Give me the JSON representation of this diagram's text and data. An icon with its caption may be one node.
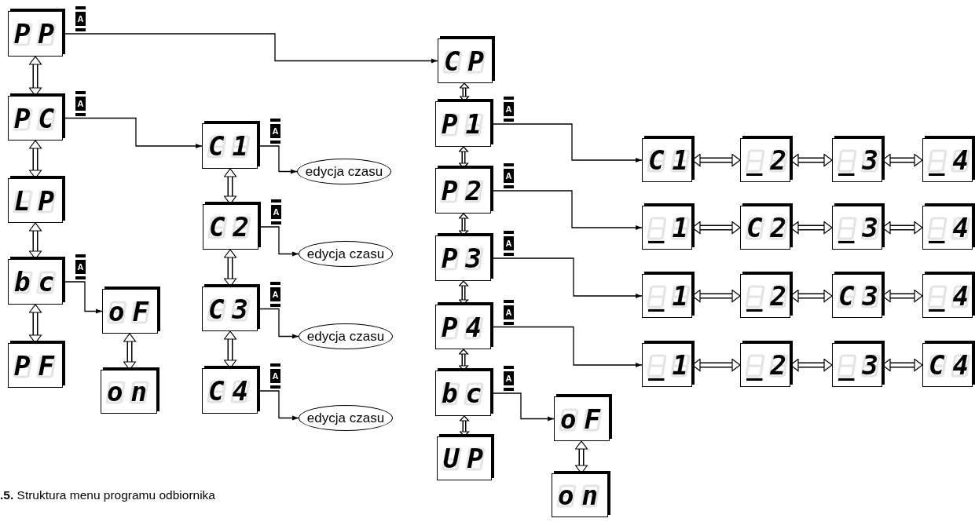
{
  "diagram": {
    "caption": "**.5.** Struktura menu programu odbiornika",
    "nodes": [
      {
        "text": [
          "PP"
        ]
      },
      {
        "text": [
          "PC"
        ]
      },
      {
        "text": [
          "LP"
        ]
      },
      {
        "text": [
          "bc"
        ]
      },
      {
        "text": [
          "PF"
        ]
      },
      {
        "text": [
          "oF"
        ]
      },
      {
        "text": [
          "on"
        ]
      },
      {
        "text": [
          "C1"
        ]
      },
      {
        "text": [
          "C2"
        ]
      },
      {
        "text": [
          "C3"
        ]
      },
      {
        "text": [
          "C4"
        ]
      },
      {
        "text": [
          "edycja czasu"
        ]
      },
      {
        "text": [
          "edycja czasu"
        ]
      },
      {
        "text": [
          "edycja czasu"
        ]
      },
      {
        "text": [
          "edycja czasu"
        ]
      },
      {
        "text": [
          "CP"
        ]
      },
      {
        "text": [
          "P1"
        ]
      },
      {
        "text": [
          "P2"
        ]
      },
      {
        "text": [
          "P3"
        ]
      },
      {
        "text": [
          "P4"
        ]
      },
      {
        "text": [
          "bc"
        ]
      },
      {
        "text": [
          "UP"
        ]
      },
      {
        "text": [
          "oF"
        ]
      },
      {
        "text": [
          "on"
        ]
      },
      {
        "text": [
          "C1"
        ]
      },
      {
        "text": [
          "_2"
        ]
      },
      {
        "text": [
          "_3"
        ]
      },
      {
        "text": [
          "_4"
        ]
      },
      {
        "text": [
          "_1"
        ]
      },
      {
        "text": [
          "C2"
        ]
      },
      {
        "text": [
          "_3"
        ]
      },
      {
        "text": [
          "_4"
        ]
      },
      {
        "text": [
          "_1"
        ]
      },
      {
        "text": [
          "_2"
        ]
      },
      {
        "text": [
          "C3"
        ]
      },
      {
        "text": [
          "_4"
        ]
      },
      {
        "text": [
          "_1"
        ]
      },
      {
        "text": [
          "_2"
        ]
      },
      {
        "text": [
          "_3"
        ]
      },
      {
        "text": [
          "C4"
        ]
      }
    ],
    "edges": [
      {
        "from": 0,
        "to": 1,
        "arrow": "both"
      },
      {
        "from": 1,
        "to": 2,
        "arrow": "both"
      },
      {
        "from": 2,
        "to": 3,
        "arrow": "both"
      },
      {
        "from": 3,
        "to": 4,
        "arrow": "both"
      },
      {
        "from": 5,
        "to": 6,
        "arrow": "both"
      },
      {
        "from": 7,
        "to": 8,
        "arrow": "both"
      },
      {
        "from": 8,
        "to": 9,
        "arrow": "both"
      },
      {
        "from": 9,
        "to": 10,
        "arrow": "both"
      },
      {
        "from": 15,
        "to": 16,
        "arrow": "both"
      },
      {
        "from": 16,
        "to": 17,
        "arrow": "both"
      },
      {
        "from": 17,
        "to": 18,
        "arrow": "both"
      },
      {
        "from": 18,
        "to": 19,
        "arrow": "both"
      },
      {
        "from": 19,
        "to": 20,
        "arrow": "both"
      },
      {
        "from": 20,
        "to": 21,
        "arrow": "both"
      },
      {
        "from": 22,
        "to": 23,
        "arrow": "both"
      },
      {
        "from": 24,
        "to": 25,
        "arrow": "both"
      },
      {
        "from": 25,
        "to": 26,
        "arrow": "both"
      },
      {
        "from": 26,
        "to": 27,
        "arrow": "both"
      },
      {
        "from": 28,
        "to": 29,
        "arrow": "both"
      },
      {
        "from": 29,
        "to": 30,
        "arrow": "both"
      },
      {
        "from": 30,
        "to": 31,
        "arrow": "both"
      },
      {
        "from": 32,
        "to": 33,
        "arrow": "both"
      },
      {
        "from": 33,
        "to": 34,
        "arrow": "both"
      },
      {
        "from": 34,
        "to": 35,
        "arrow": "both"
      },
      {
        "from": 36,
        "to": 37,
        "arrow": "both"
      },
      {
        "from": 37,
        "to": 38,
        "arrow": "both"
      },
      {
        "from": 38,
        "to": 39,
        "arrow": "both"
      },
      {
        "from": 0,
        "to": 15,
        "arrow": "to",
        "label": "A"
      },
      {
        "from": 1,
        "to": 7,
        "arrow": "to",
        "label": "A"
      },
      {
        "from": 3,
        "to": 5,
        "arrow": "to",
        "label": "A"
      },
      {
        "from": 7,
        "to": 11,
        "arrow": "to",
        "label": "A"
      },
      {
        "from": 8,
        "to": 12,
        "arrow": "to",
        "label": "A"
      },
      {
        "from": 9,
        "to": 13,
        "arrow": "to",
        "label": "A"
      },
      {
        "from": 10,
        "to": 14,
        "arrow": "to",
        "label": "A"
      },
      {
        "from": 16,
        "to": 24,
        "arrow": "to",
        "label": "A"
      },
      {
        "from": 17,
        "to": 28,
        "arrow": "to",
        "label": "A"
      },
      {
        "from": 18,
        "to": 32,
        "arrow": "to",
        "label": "A"
      },
      {
        "from": 19,
        "to": 36,
        "arrow": "to",
        "label": "A"
      },
      {
        "from": 20,
        "to": 22,
        "arrow": "to",
        "label": "A"
      }
    ]
  }
}
